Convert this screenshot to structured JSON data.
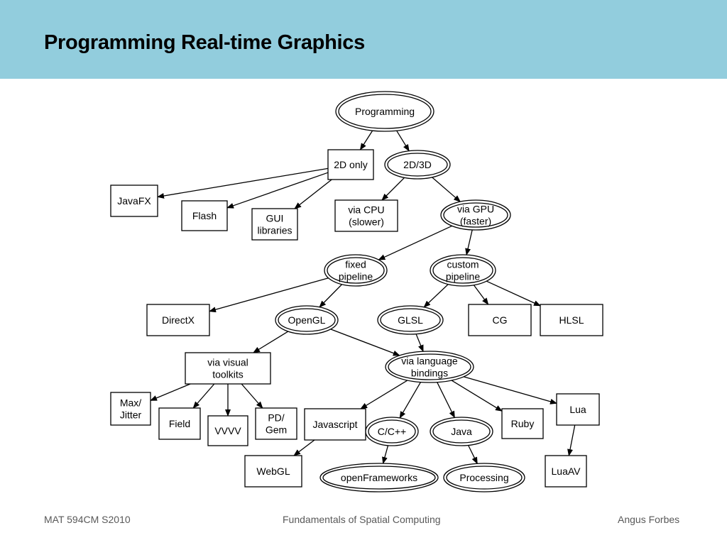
{
  "slide": {
    "title": "Programming Real-time Graphics",
    "header_color": "#92cddd"
  },
  "footer": {
    "left": "MAT 594CM S2010",
    "center": "Fundamentals of Spatial Computing",
    "right": "Angus Forbes"
  },
  "nodes": {
    "programming": {
      "lines": [
        "Programming"
      ],
      "shape": "double-ellipse"
    },
    "two_d_only": {
      "lines": [
        "2D only"
      ],
      "shape": "box"
    },
    "two_d_three_d": {
      "lines": [
        "2D/3D"
      ],
      "shape": "double-ellipse"
    },
    "javafx": {
      "lines": [
        "JavaFX"
      ],
      "shape": "box"
    },
    "flash": {
      "lines": [
        "Flash"
      ],
      "shape": "box"
    },
    "gui_libraries": {
      "lines": [
        "GUI",
        "libraries"
      ],
      "shape": "box"
    },
    "via_cpu": {
      "lines": [
        "via CPU",
        "(slower)"
      ],
      "shape": "box"
    },
    "via_gpu": {
      "lines": [
        "via GPU",
        "(faster)"
      ],
      "shape": "double-ellipse"
    },
    "fixed_pipeline": {
      "lines": [
        "fixed",
        "pipeline"
      ],
      "shape": "double-ellipse"
    },
    "custom_pipeline": {
      "lines": [
        "custom",
        "pipeline"
      ],
      "shape": "double-ellipse"
    },
    "directx": {
      "lines": [
        "DirectX"
      ],
      "shape": "box"
    },
    "opengl": {
      "lines": [
        "OpenGL"
      ],
      "shape": "double-ellipse"
    },
    "glsl": {
      "lines": [
        "GLSL"
      ],
      "shape": "double-ellipse"
    },
    "cg": {
      "lines": [
        "CG"
      ],
      "shape": "box"
    },
    "hlsl": {
      "lines": [
        "HLSL"
      ],
      "shape": "box"
    },
    "via_visual_toolkits": {
      "lines": [
        "via visual",
        "toolkits"
      ],
      "shape": "box"
    },
    "via_language_bindings": {
      "lines": [
        "via language",
        "bindings"
      ],
      "shape": "double-ellipse"
    },
    "max_jitter": {
      "lines": [
        "Max/",
        "Jitter"
      ],
      "shape": "box"
    },
    "field": {
      "lines": [
        "Field"
      ],
      "shape": "box"
    },
    "vvvv": {
      "lines": [
        "VVVV"
      ],
      "shape": "box"
    },
    "pd_gem": {
      "lines": [
        "PD/",
        "Gem"
      ],
      "shape": "box"
    },
    "javascript": {
      "lines": [
        "Javascript"
      ],
      "shape": "box"
    },
    "c_cpp": {
      "lines": [
        "C/C++"
      ],
      "shape": "double-ellipse"
    },
    "java": {
      "lines": [
        "Java"
      ],
      "shape": "double-ellipse"
    },
    "ruby": {
      "lines": [
        "Ruby"
      ],
      "shape": "box"
    },
    "lua": {
      "lines": [
        "Lua"
      ],
      "shape": "box"
    },
    "webgl": {
      "lines": [
        "WebGL"
      ],
      "shape": "box"
    },
    "openframeworks": {
      "lines": [
        "openFrameworks"
      ],
      "shape": "double-ellipse"
    },
    "processing": {
      "lines": [
        "Processing"
      ],
      "shape": "double-ellipse"
    },
    "luaav": {
      "lines": [
        "LuaAV"
      ],
      "shape": "box"
    }
  },
  "edges": [
    [
      "programming",
      "two_d_only"
    ],
    [
      "programming",
      "two_d_three_d"
    ],
    [
      "two_d_only",
      "javafx"
    ],
    [
      "two_d_only",
      "flash"
    ],
    [
      "two_d_only",
      "gui_libraries"
    ],
    [
      "two_d_three_d",
      "via_cpu"
    ],
    [
      "two_d_three_d",
      "via_gpu"
    ],
    [
      "via_gpu",
      "fixed_pipeline"
    ],
    [
      "via_gpu",
      "custom_pipeline"
    ],
    [
      "fixed_pipeline",
      "directx"
    ],
    [
      "fixed_pipeline",
      "opengl"
    ],
    [
      "custom_pipeline",
      "glsl"
    ],
    [
      "custom_pipeline",
      "cg"
    ],
    [
      "custom_pipeline",
      "hlsl"
    ],
    [
      "opengl",
      "via_visual_toolkits"
    ],
    [
      "opengl",
      "via_language_bindings"
    ],
    [
      "glsl",
      "via_language_bindings"
    ],
    [
      "via_visual_toolkits",
      "max_jitter"
    ],
    [
      "via_visual_toolkits",
      "field"
    ],
    [
      "via_visual_toolkits",
      "vvvv"
    ],
    [
      "via_visual_toolkits",
      "pd_gem"
    ],
    [
      "via_language_bindings",
      "javascript"
    ],
    [
      "via_language_bindings",
      "c_cpp"
    ],
    [
      "via_language_bindings",
      "java"
    ],
    [
      "via_language_bindings",
      "ruby"
    ],
    [
      "via_language_bindings",
      "lua"
    ],
    [
      "javascript",
      "webgl"
    ],
    [
      "c_cpp",
      "openframeworks"
    ],
    [
      "java",
      "processing"
    ],
    [
      "lua",
      "luaav"
    ]
  ]
}
